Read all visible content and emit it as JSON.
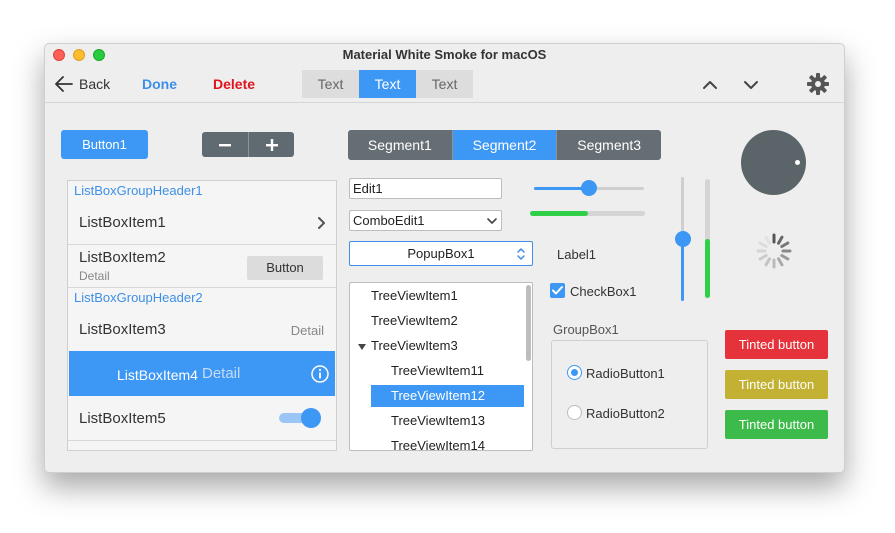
{
  "window": {
    "title": "Material White Smoke for macOS"
  },
  "toolbar": {
    "back_label": "Back",
    "done_label": "Done",
    "delete_label": "Delete",
    "tabs": [
      {
        "label": "Text",
        "active": false
      },
      {
        "label": "Text",
        "active": true
      },
      {
        "label": "Text",
        "active": false
      }
    ],
    "icons": [
      "back-arrow-icon",
      "chevron-up-icon",
      "chevron-down-icon",
      "gear-icon"
    ]
  },
  "button1": {
    "label": "Button1"
  },
  "stepper": {
    "minus_icon": "minus-icon",
    "plus_icon": "plus-icon"
  },
  "segments": [
    {
      "label": "Segment1",
      "active": false
    },
    {
      "label": "Segment2",
      "active": true
    },
    {
      "label": "Segment3",
      "active": false
    }
  ],
  "listbox": {
    "header1": "ListBoxGroupHeader1",
    "item1": "ListBoxItem1",
    "item2": {
      "title": "ListBoxItem2",
      "detail": "Detail",
      "button": "Button"
    },
    "header2": "ListBoxGroupHeader2",
    "item3": {
      "title": "ListBoxItem3",
      "detail": "Detail"
    },
    "item4": {
      "title": "ListBoxItem4",
      "detail": "Detail"
    },
    "item5": {
      "title": "ListBoxItem5",
      "switch_on": true
    }
  },
  "edit1": {
    "value": "Edit1"
  },
  "combo_edit1": {
    "value": "ComboEdit1"
  },
  "popup_box1": {
    "value": "PopupBox1"
  },
  "hslider": {
    "value": 0.5
  },
  "hprogress": {
    "value": 0.5
  },
  "label1": "Label1",
  "checkbox1": {
    "label": "CheckBox1",
    "checked": true
  },
  "vslider": {
    "value": 0.5
  },
  "vprogress": {
    "value": 0.5
  },
  "treeview": {
    "items": [
      {
        "label": "TreeViewItem1",
        "level": 0
      },
      {
        "label": "TreeViewItem2",
        "level": 0
      },
      {
        "label": "TreeViewItem3",
        "level": 0,
        "expanded": true
      },
      {
        "label": "TreeViewItem11",
        "level": 1
      },
      {
        "label": "TreeViewItem12",
        "level": 1,
        "selected": true
      },
      {
        "label": "TreeViewItem13",
        "level": 1
      },
      {
        "label": "TreeViewItem14",
        "level": 1
      }
    ]
  },
  "groupbox": {
    "title": "GroupBox1",
    "radio1": {
      "label": "RadioButton1",
      "checked": true
    },
    "radio2": {
      "label": "RadioButton2",
      "checked": false
    }
  },
  "tinted_buttons": [
    {
      "label": "Tinted button",
      "color": "#e5323b"
    },
    {
      "label": "Tinted button",
      "color": "#c2b132"
    },
    {
      "label": "Tinted button",
      "color": "#3dbb4a"
    }
  ],
  "colors": {
    "accent": "#3d97f4",
    "dark": "#656e74",
    "progress": "#2fcf48"
  }
}
